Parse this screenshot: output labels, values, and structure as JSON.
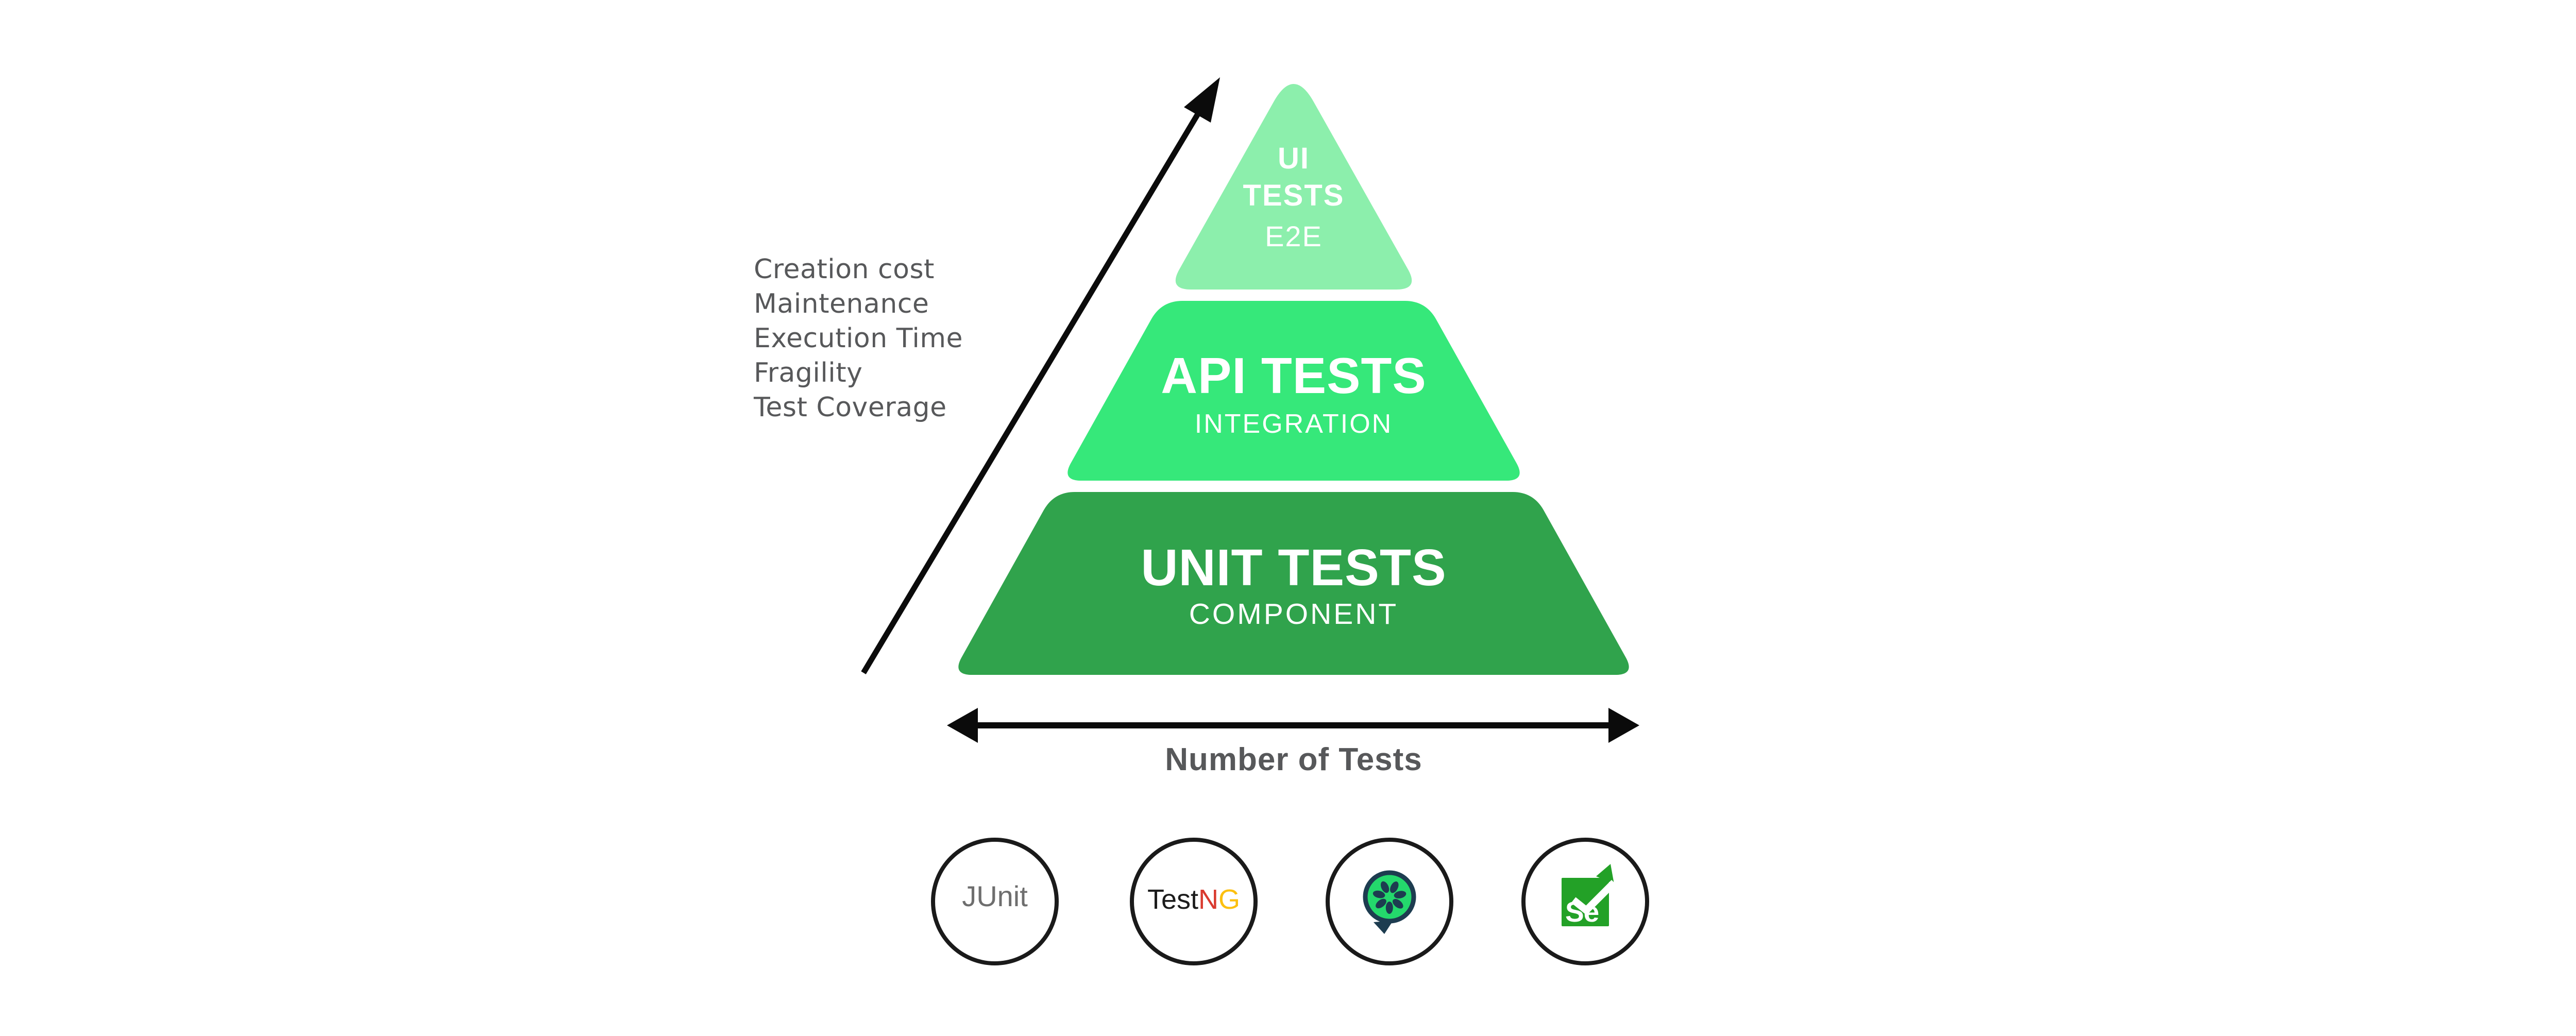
{
  "left_axis": {
    "lines": [
      "Creation cost",
      "Maintenance",
      "Execution Time",
      "Fragility",
      "Test Coverage"
    ]
  },
  "bottom_axis": {
    "label": "Number of Tests"
  },
  "pyramid": {
    "top": {
      "line1": "UI",
      "line2": "TESTS",
      "line3": "E2E"
    },
    "middle": {
      "title": "API TESTS",
      "subtitle": "INTEGRATION"
    },
    "bottom": {
      "title": "UNIT TESTS",
      "subtitle": "COMPONENT"
    }
  },
  "logos": {
    "junit": {
      "label": "JUnit"
    },
    "testng": {
      "parts": [
        {
          "text": "Test",
          "color": "#1c1c1c"
        },
        {
          "text": "N",
          "color": "#d93a2f"
        },
        {
          "text": "G",
          "color": "#fcc010"
        }
      ]
    },
    "cucumber": {
      "icon": "cucumber-slice-icon",
      "green": "#24d96c",
      "navy": "#1d3c50"
    },
    "selenium": {
      "label": "Se",
      "green": "#23a127"
    }
  },
  "colors": {
    "level_top": "#8cefac",
    "level_middle": "#36e87a",
    "level_bottom": "#30a34c",
    "label_gray": "#57585a",
    "arrow": "#0b0b0b",
    "pyramid_text": "#ffffff",
    "circle_outline": "#1a1a1a"
  }
}
